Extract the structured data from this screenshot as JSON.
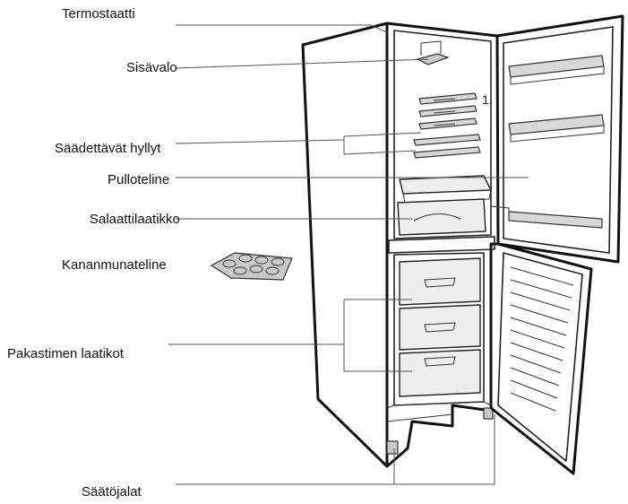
{
  "labels": {
    "termostaatti": "Termostaatti",
    "sisavalo": "Sisävalo",
    "saadettavat_hyllyt": "Säädettävät hyllyt",
    "pulloteline": "Pulloteline",
    "salaattilaatikko": "Salaattilaatikko",
    "kananmunateline": "Kananmunateline",
    "pakastimen_laatikot": "Pakastimen laatikot",
    "saatojalat": "Säätöjalat"
  },
  "figure_markers": {
    "shelf_number": "1"
  },
  "colors": {
    "line": "#111111",
    "leader": "#555555",
    "fill_gray": "#c9c9c9"
  }
}
